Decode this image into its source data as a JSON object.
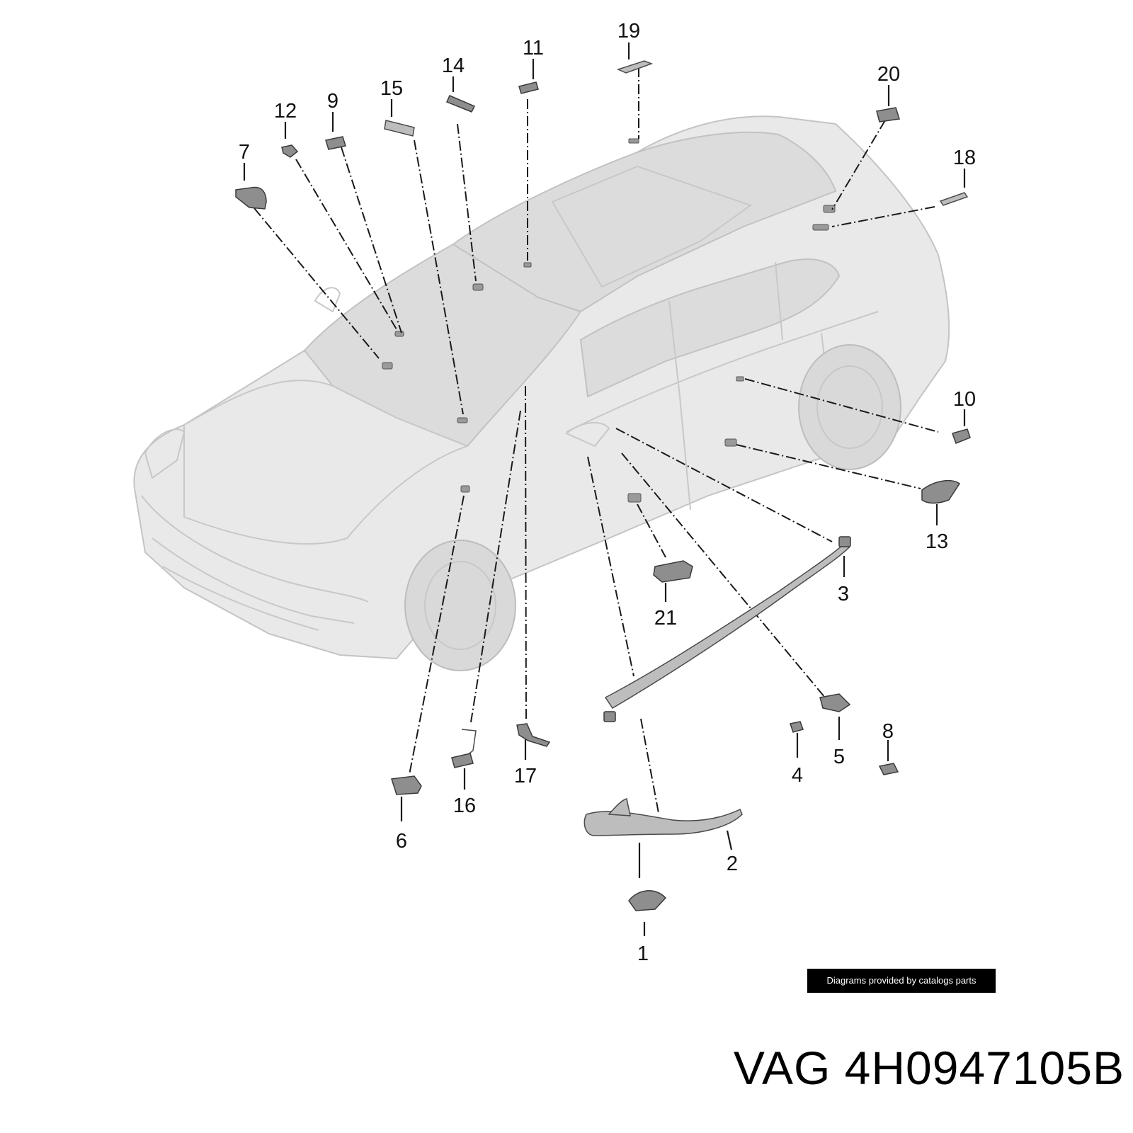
{
  "diagram": {
    "callouts": [
      "1",
      "2",
      "3",
      "4",
      "5",
      "6",
      "7",
      "8",
      "9",
      "10",
      "11",
      "12",
      "13",
      "14",
      "15",
      "16",
      "17",
      "18",
      "19",
      "20",
      "21"
    ]
  },
  "credit_text": "Diagrams provided by catalogs parts",
  "caption": "VAG 4H0947105B"
}
